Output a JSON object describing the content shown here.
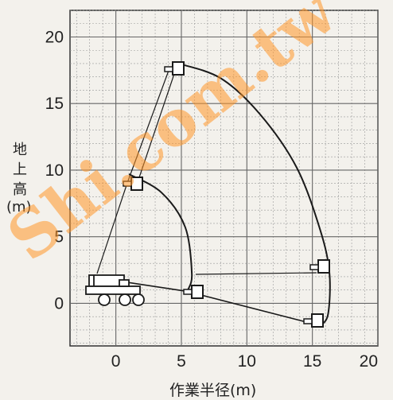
{
  "y_axis": {
    "label_chars": [
      "地",
      "上",
      "高",
      "(m)"
    ],
    "ticks": [
      "20",
      "15",
      "10",
      "5",
      "0"
    ]
  },
  "x_axis": {
    "label": "作業半径(m)",
    "ticks": [
      "0",
      "5",
      "10",
      "15",
      "20"
    ]
  },
  "watermark": "Shi.com.tw",
  "colors": {
    "grid": "#999999",
    "line": "#1a1a1a",
    "watermark": "#ff9628",
    "background": "#f3f1ec"
  },
  "chart_data": {
    "type": "diagram",
    "xlim": [
      -3.5,
      20
    ],
    "ylim": [
      -3.2,
      22
    ],
    "outer_envelope": [
      [
        4.8,
        18
      ],
      [
        8,
        16.9
      ],
      [
        11,
        14.2
      ],
      [
        13.8,
        10.2
      ],
      [
        15.6,
        5.5
      ],
      [
        16.3,
        2.3
      ],
      [
        16.2,
        -0.8
      ],
      [
        15.6,
        -1.7
      ]
    ],
    "inner_envelope": [
      [
        1,
        9.7
      ],
      [
        3.5,
        8.3
      ],
      [
        5.3,
        5.7
      ],
      [
        5.8,
        2.2
      ],
      [
        5.5,
        1
      ]
    ],
    "lower_boundary": [
      [
        -2,
        2
      ],
      [
        5.4,
        0.9
      ],
      [
        15.3,
        -1.6
      ]
    ]
  }
}
